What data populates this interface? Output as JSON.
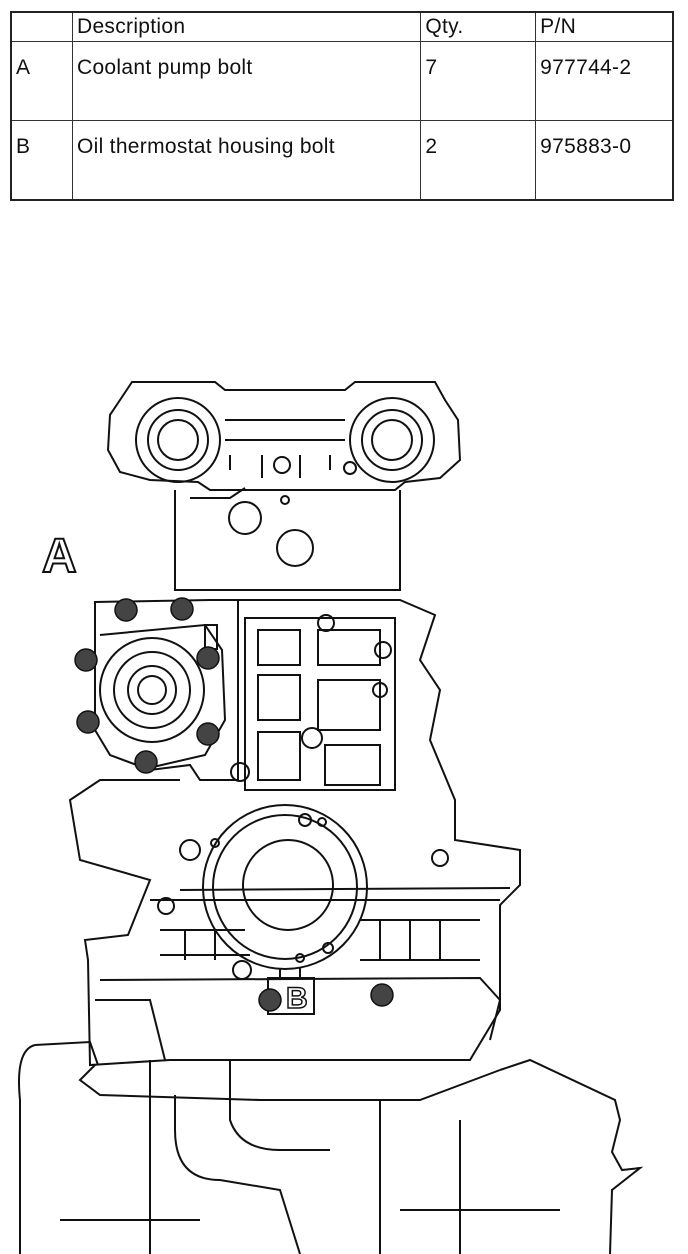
{
  "table": {
    "headers": [
      "",
      "Description",
      "Qty.",
      "P/N"
    ],
    "rows": [
      {
        "key": "A",
        "description": "Coolant pump bolt",
        "qty": "7",
        "pn": "977744-2"
      },
      {
        "key": "B",
        "description": "Oil thermostat housing bolt",
        "qty": "2",
        "pn": "975883-0"
      }
    ]
  },
  "figure": {
    "callouts": [
      "A",
      "B"
    ]
  }
}
